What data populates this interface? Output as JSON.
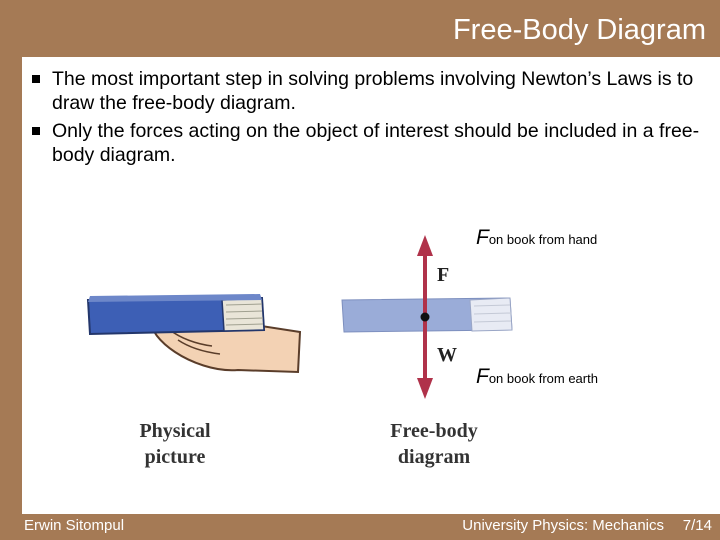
{
  "slide": {
    "title": "Free-Body Diagram",
    "bullets": [
      "The most important step in solving problems involving Newton’s Laws is to draw the free-body diagram.",
      "Only the forces acting on the object of interest should be included in a free-body diagram."
    ]
  },
  "figure": {
    "upper_force": {
      "symbol": "F",
      "subscript": "on book from hand"
    },
    "lower_force": {
      "symbol": "F",
      "subscript": "on book from earth"
    },
    "arrow_label_up": "F",
    "arrow_label_down": "W",
    "caption_left": [
      "Physical",
      "picture"
    ],
    "caption_right": [
      "Free-body",
      "diagram"
    ]
  },
  "footer": {
    "author": "Erwin Sitompul",
    "course": "University Physics: Mechanics",
    "page": "7/14"
  },
  "colors": {
    "frame": "#a57a55",
    "book_blue": "#3d5fb5",
    "book_light": "#9aacd8",
    "arrow_red": "#b0324a"
  }
}
